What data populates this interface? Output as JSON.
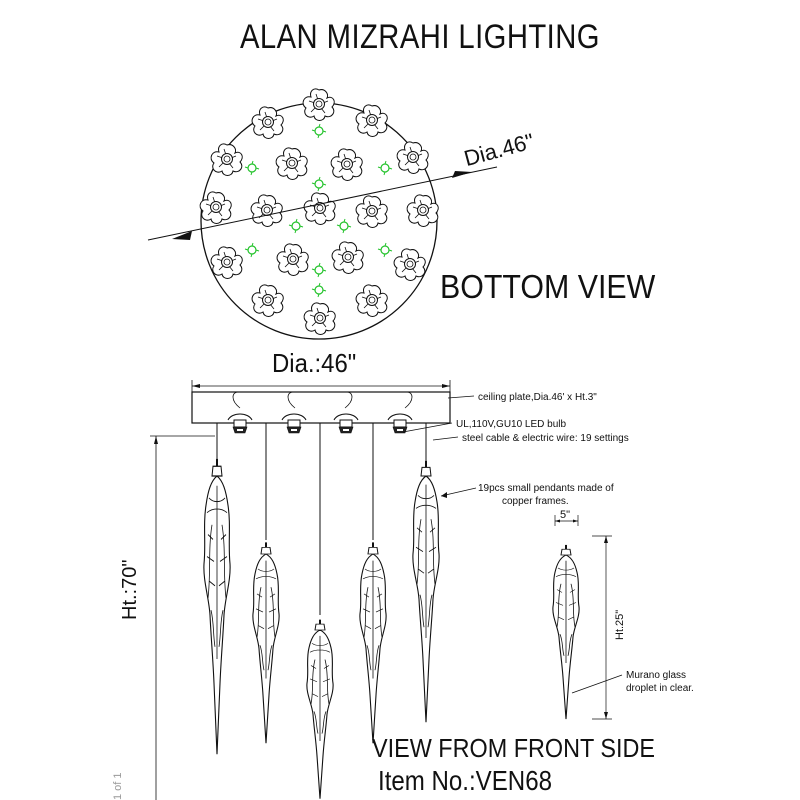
{
  "title": "ALAN MIZRAHI LIGHTING",
  "bottom_view": {
    "label": "BOTTOM VIEW",
    "dimension": "Dia.46\""
  },
  "front_view": {
    "label": "VIEW FROM FRONT SIDE",
    "dimension_width": "Dia.:46\"",
    "dimension_height": "Ht.:70\"",
    "item_number": "Item No.:VEN68"
  },
  "notes": {
    "ceiling_plate": "ceiling plate,Dia.46' x Ht.3\"",
    "bulb": "UL,110V,GU10 LED bulb",
    "cable": "steel cable & electric wire: 19 settings",
    "pendants": [
      "19pcs small pendants made of",
      "copper frames."
    ],
    "glass": [
      "Murano glass",
      "droplet in clear."
    ]
  },
  "detail": {
    "width": "5\"",
    "height": "Ht.25\""
  },
  "page_indicator": "1 of 1",
  "colors": {
    "line": "#111111",
    "socket_marker": "#22c22a"
  }
}
